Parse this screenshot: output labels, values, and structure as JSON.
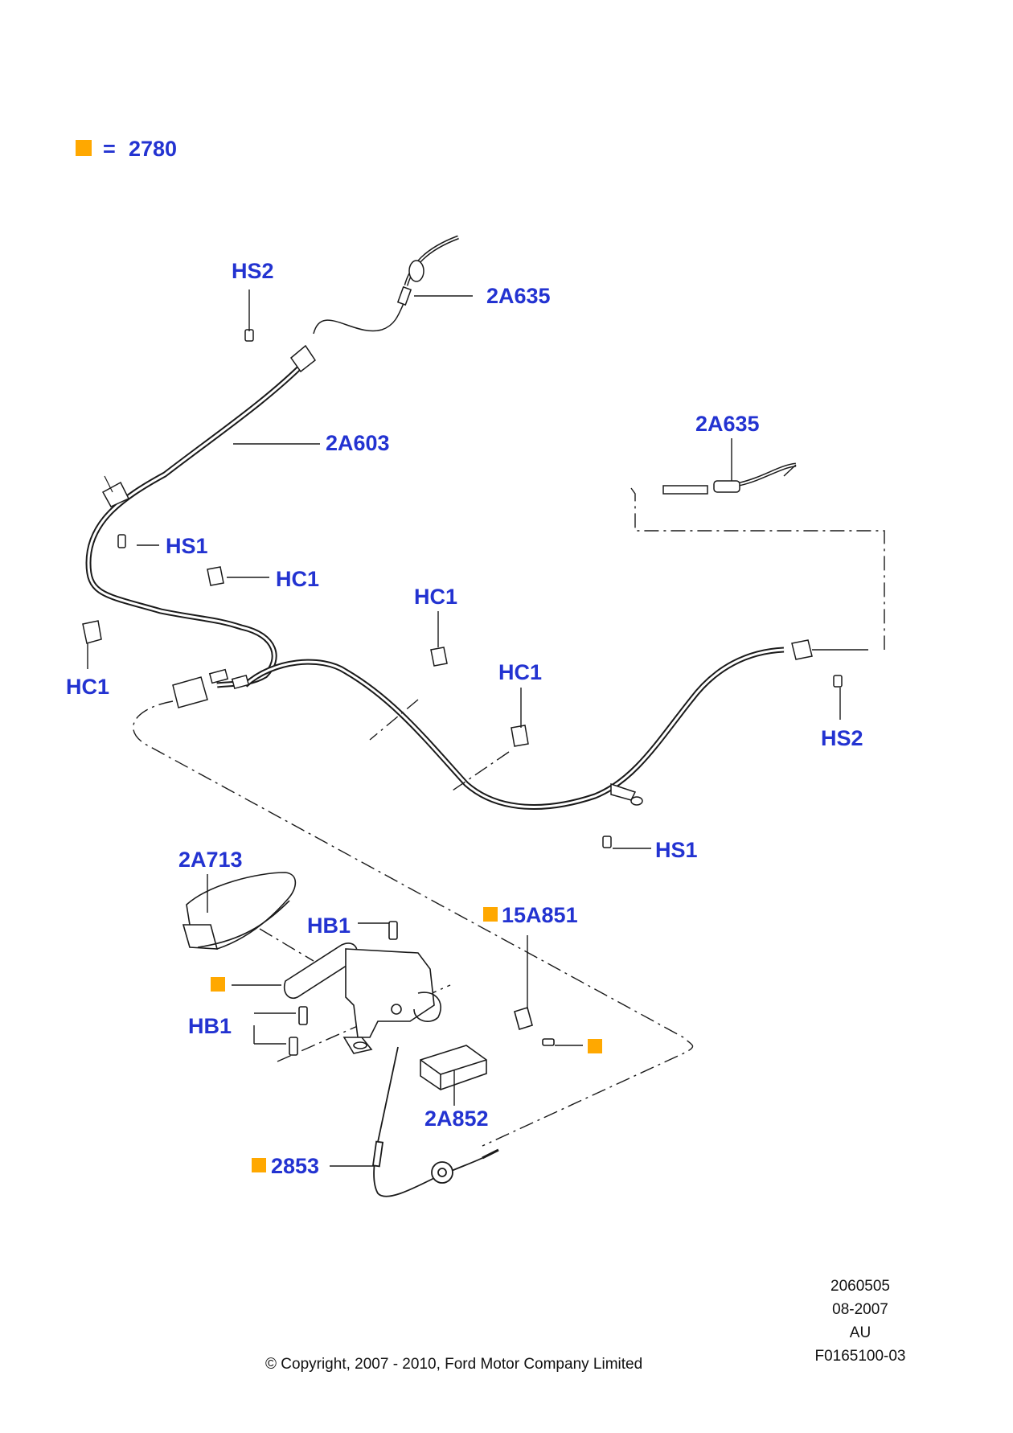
{
  "legend": {
    "symbol": "■",
    "equals": "=",
    "part": "2780"
  },
  "colors": {
    "callout": "#2333d1",
    "marker": "#ffa800",
    "line": "#1a1a1a"
  },
  "callouts": {
    "hs2_top": "HS2",
    "a2a635_top": "2A635",
    "a2a603": "2A603",
    "a2a635_right": "2A635",
    "hs1_left": "HS1",
    "hc1_left_upper": "HC1",
    "hc1_left_lower": "HC1",
    "hc1_mid_upper": "HC1",
    "hc1_mid_lower": "HC1",
    "hs2_right": "HS2",
    "hs1_right": "HS1",
    "a2a713": "2A713",
    "hb1_top": "HB1",
    "a15a851": "15A851",
    "hb1_left": "HB1",
    "a2a852": "2A852",
    "a2853": "2853"
  },
  "footer": {
    "ref_number": "2060505",
    "date": "08-2007",
    "region": "AU",
    "figure_code": "F0165100-03",
    "copyright": "© Copyright, 2007 - 2010, Ford Motor Company Limited"
  }
}
